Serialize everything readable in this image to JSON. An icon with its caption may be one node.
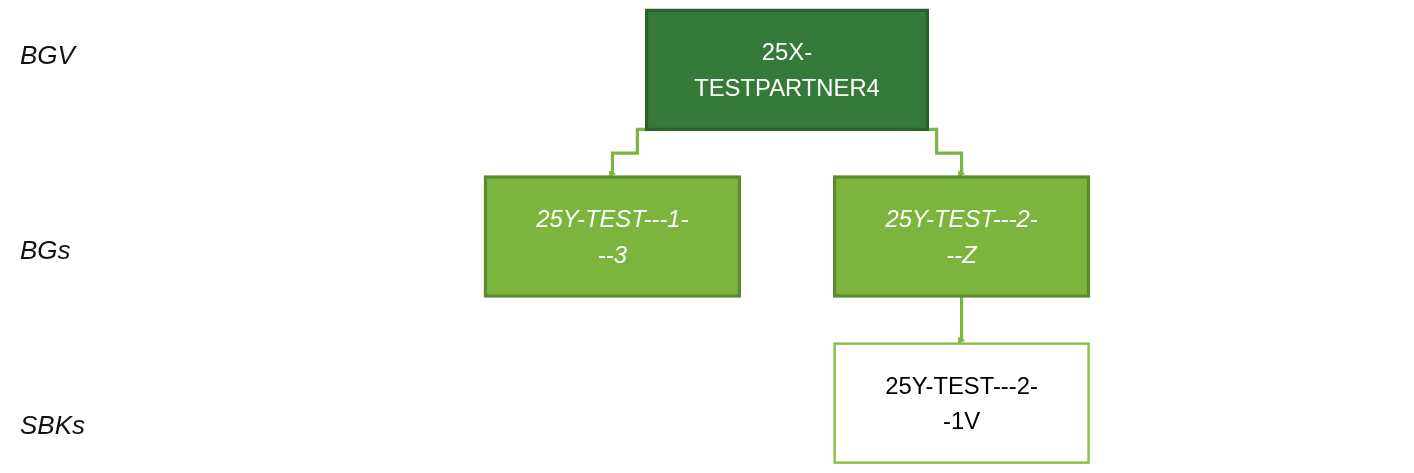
{
  "diagram": {
    "nodes": [
      {
        "text": [
          "25X-TESTPARTNER4"
        ]
      },
      {
        "text": [
          "25Y-TEST---1---3"
        ]
      },
      {
        "text": [
          "25Y-TEST---2---Z"
        ]
      },
      {
        "text": [
          "25Y-TEST---2--1V"
        ]
      }
    ],
    "edges": [
      {
        "from": 0,
        "to": 1,
        "arrow": "to"
      },
      {
        "from": 0,
        "to": 2,
        "arrow": "to"
      },
      {
        "from": 2,
        "to": 3,
        "arrow": "to"
      }
    ],
    "labels": [
      "BGV",
      "BGs",
      "SBKs"
    ]
  }
}
